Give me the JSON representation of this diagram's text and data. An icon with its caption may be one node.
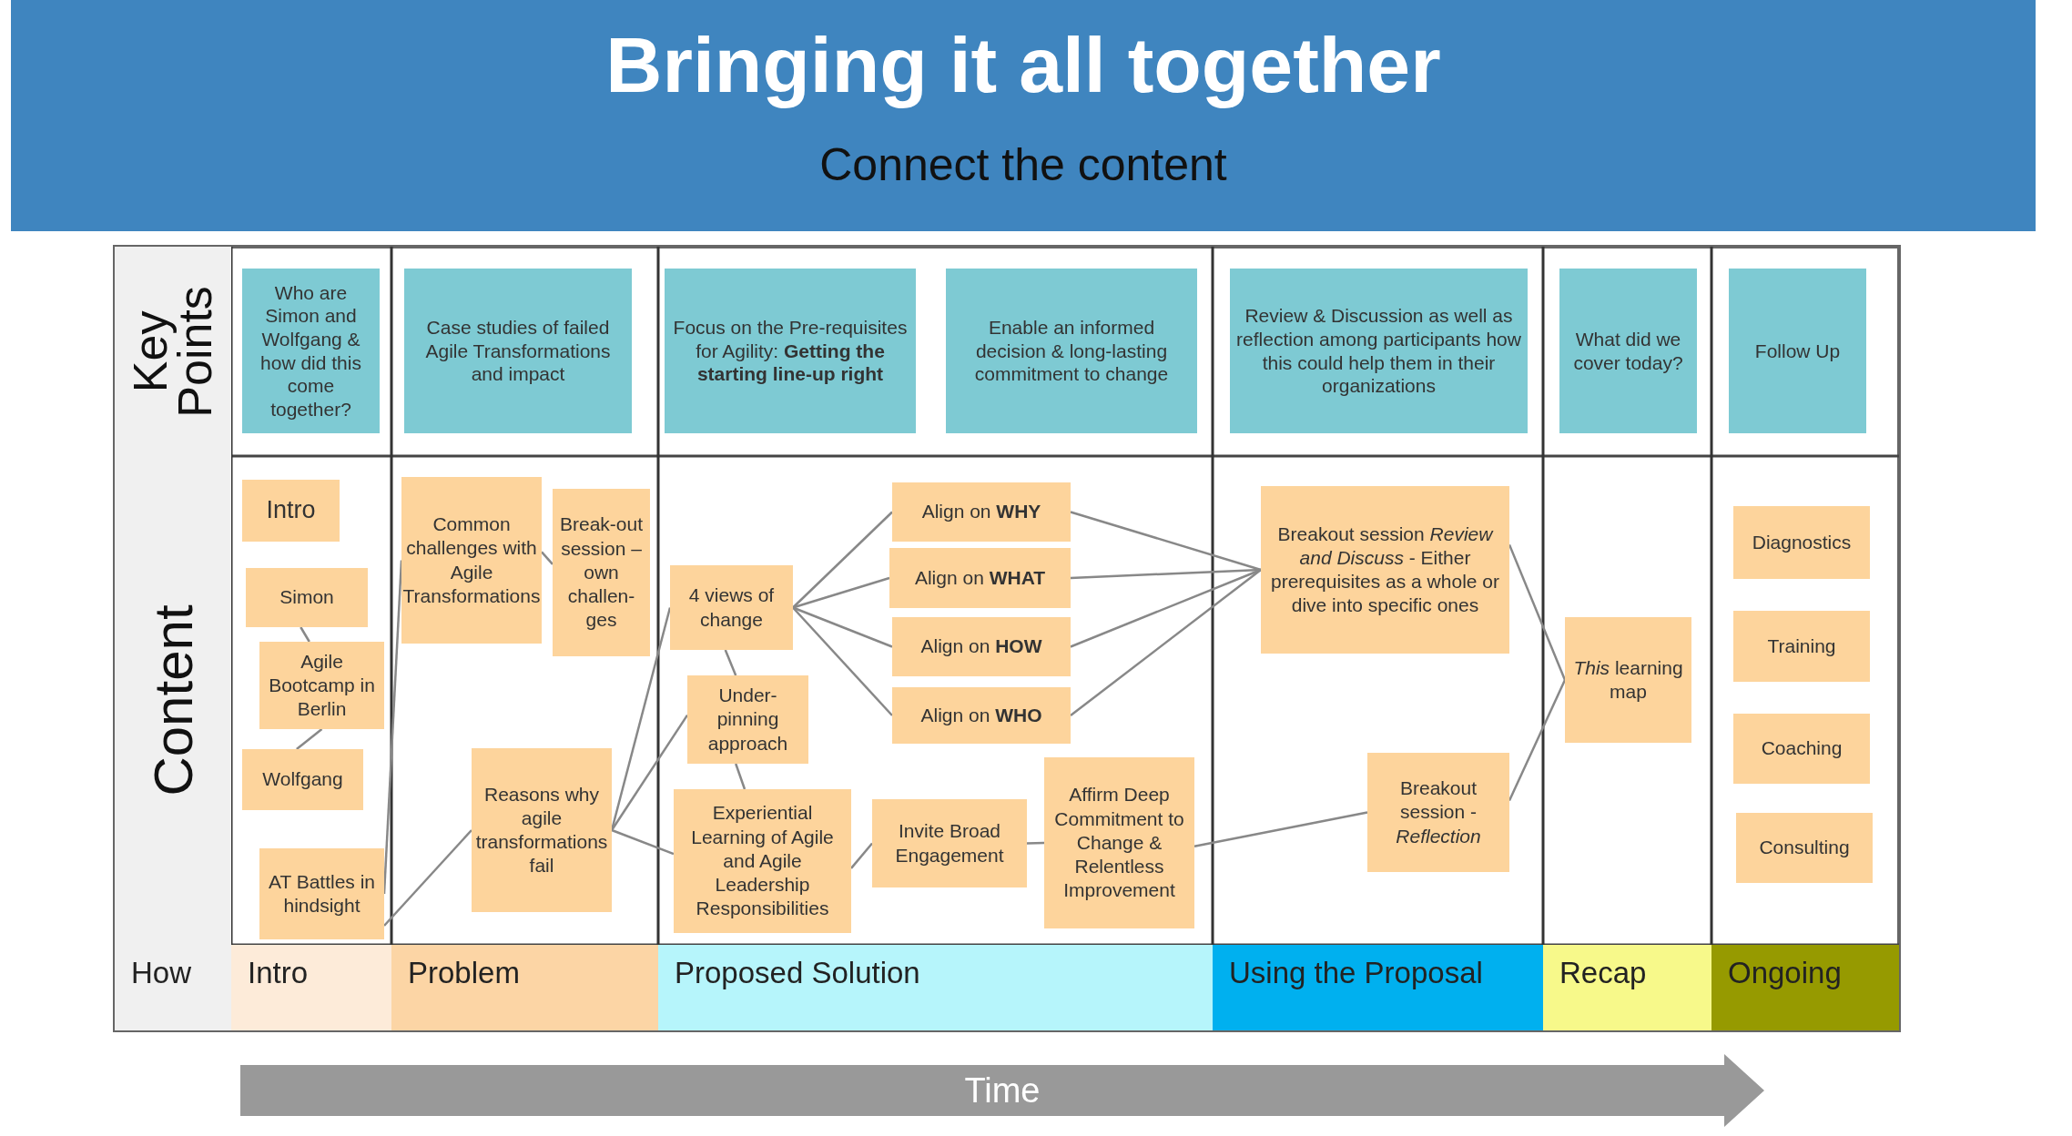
{
  "diagram": {
    "title": "Bringing it all together",
    "nodes": [
      {
        "text": [
          "Key Points"
        ]
      },
      {
        "text": [
          "Who are Simon and Wolfgang & how did this come together?"
        ]
      },
      {
        "text": [
          "Case studies of failed Agile Transformations and impact"
        ]
      },
      {
        "text": [
          "Focus on the Pre-requisites for Agility: **Getting the starting line-up right**"
        ]
      },
      {
        "text": [
          "Enable an informed decision & long-lasting commitment to change"
        ]
      },
      {
        "text": [
          "Review & Discussion as well as reflection among participants how this could help them in their organizations"
        ]
      },
      {
        "text": [
          "What did we cover today?"
        ]
      },
      {
        "text": [
          "Follow Up"
        ]
      },
      {
        "text": [
          "Content"
        ]
      },
      {
        "text": [
          "Intro"
        ]
      },
      {
        "text": [
          "Simon"
        ]
      },
      {
        "text": [
          "Agile Bootcamp in Berlin"
        ]
      },
      {
        "text": [
          "Wolfgang"
        ]
      },
      {
        "text": [
          "AT Battles in hindsight"
        ]
      },
      {
        "text": [
          "Common challenges with Agile Transformations"
        ]
      },
      {
        "text": [
          "Break-out session – own challen-ges"
        ]
      },
      {
        "text": [
          "Reasons why agile transformations fail"
        ]
      },
      {
        "text": [
          "4 views of change"
        ]
      },
      {
        "text": [
          "Under-pinning approach"
        ]
      },
      {
        "text": [
          "Experiential Learning of Agile and Agile Leadership Responsibilities"
        ]
      },
      {
        "text": [
          "Align on **WHY**"
        ]
      },
      {
        "text": [
          "Align on **WHAT**"
        ]
      },
      {
        "text": [
          "Align on **HOW**"
        ]
      },
      {
        "text": [
          "Align on **WHO**"
        ]
      },
      {
        "text": [
          "Invite Broad Engagement"
        ]
      },
      {
        "text": [
          "Affirm Deep Commitment to Change & Relentless Improvement"
        ]
      },
      {
        "text": [
          "Breakout session *Review and Discuss* - Either prerequisites as a whole or dive into specific ones"
        ]
      },
      {
        "text": [
          "Breakout session - *Reflection*"
        ]
      },
      {
        "text": [
          "*This* learning map"
        ]
      },
      {
        "text": [
          "Diagnostics"
        ]
      },
      {
        "text": [
          "Training"
        ]
      },
      {
        "text": [
          "Coaching"
        ]
      },
      {
        "text": [
          "Consulting"
        ]
      },
      {
        "text": [
          "How"
        ]
      },
      {
        "text": [
          "Intro"
        ]
      },
      {
        "text": [
          "Problem"
        ]
      },
      {
        "text": [
          "Proposed Solution"
        ]
      },
      {
        "text": [
          "Using the Proposal"
        ]
      },
      {
        "text": [
          "Recap"
        ]
      },
      {
        "text": [
          "Ongoing"
        ]
      },
      {
        "text": [
          "Time"
        ]
      }
    ],
    "edges": [
      {
        "from": 10,
        "to": 11,
        "arrow": "none"
      },
      {
        "from": 11,
        "to": 12,
        "arrow": "none"
      },
      {
        "from": 14,
        "to": 15,
        "arrow": "none"
      },
      {
        "from": 13,
        "to": 14,
        "arrow": "none"
      },
      {
        "from": 13,
        "to": 16,
        "arrow": "none"
      },
      {
        "from": 16,
        "to": 17,
        "arrow": "none"
      },
      {
        "from": 16,
        "to": 18,
        "arrow": "none"
      },
      {
        "from": 16,
        "to": 19,
        "arrow": "none"
      },
      {
        "from": 17,
        "to": 18,
        "arrow": "none"
      },
      {
        "from": 18,
        "to": 19,
        "arrow": "none"
      },
      {
        "from": 17,
        "to": 20,
        "arrow": "none"
      },
      {
        "from": 17,
        "to": 21,
        "arrow": "none"
      },
      {
        "from": 17,
        "to": 22,
        "arrow": "none"
      },
      {
        "from": 17,
        "to": 23,
        "arrow": "none"
      },
      {
        "from": 20,
        "to": 26,
        "arrow": "none"
      },
      {
        "from": 21,
        "to": 26,
        "arrow": "none"
      },
      {
        "from": 22,
        "to": 26,
        "arrow": "none"
      },
      {
        "from": 23,
        "to": 26,
        "arrow": "none"
      },
      {
        "from": 19,
        "to": 24,
        "arrow": "none"
      },
      {
        "from": 24,
        "to": 25,
        "arrow": "none"
      },
      {
        "from": 25,
        "to": 27,
        "arrow": "none"
      },
      {
        "from": 26,
        "to": 28,
        "arrow": "none"
      },
      {
        "from": 27,
        "to": 28,
        "arrow": "none"
      }
    ],
    "labels": [
      "Connect the content"
    ]
  }
}
